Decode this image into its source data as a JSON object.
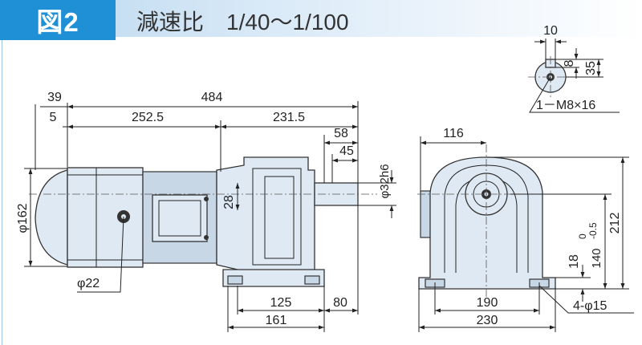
{
  "header": {
    "figure_label": "図2",
    "title": "減速比　1/40～1/100"
  },
  "dimensions": {
    "side_view": {
      "d39": "39",
      "d484": "484",
      "d5": "5",
      "d252": "252.5",
      "d231": "231.5",
      "d58": "58",
      "d45": "45",
      "shaft": "φ32h6",
      "d28": "28",
      "d162": "φ162",
      "d22": "φ22",
      "d125": "125",
      "d80": "80",
      "d161": "161"
    },
    "shaft_end": {
      "d10": "10",
      "d8": "8",
      "d35": "35",
      "thread": "1－M8×16"
    },
    "front_view": {
      "d116": "116",
      "d212": "212",
      "d140": "140",
      "d140_tol_upper": "0",
      "d140_tol_lower": "-0.5",
      "d18": "18",
      "d190": "190",
      "d230": "230",
      "holes": "4-φ15"
    }
  },
  "colors": {
    "badge": "#1f8fd6",
    "body": "#dfe9f3",
    "line": "#222222"
  }
}
